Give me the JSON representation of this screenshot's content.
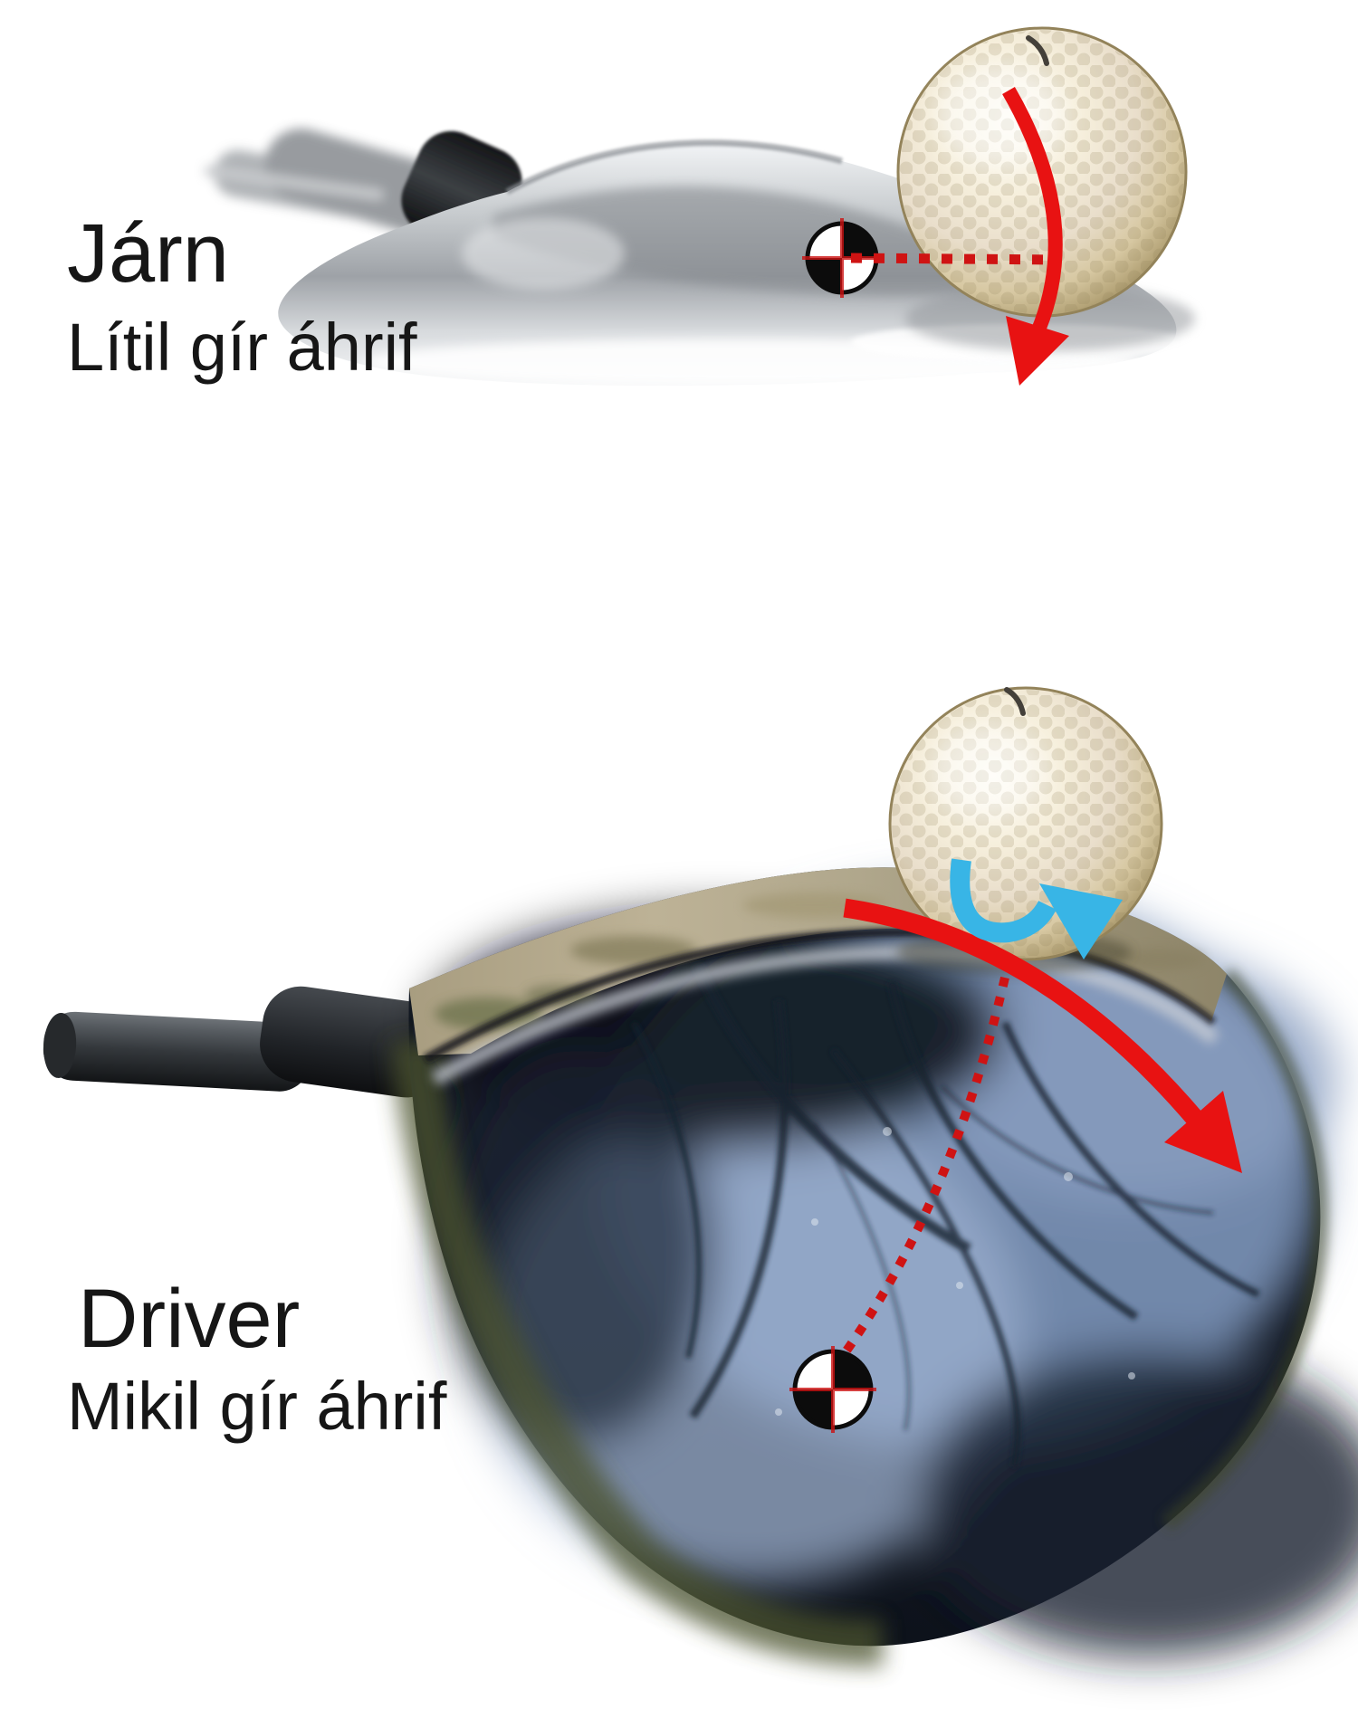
{
  "sections": {
    "iron": {
      "heading": "Járn",
      "subtitle": "Lítil gír áhrif",
      "elements": {
        "club": "iron-clubhead-photo",
        "ball": "golf-ball",
        "cg_marker": "center-of-gravity-checkered-circle",
        "dotted_line": "cg-to-impact-dotted-line",
        "spin_arrow": "red-curved-arrow-down"
      }
    },
    "driver": {
      "heading": "Driver",
      "subtitle": "Mikil gír áhrif",
      "elements": {
        "club": "driver-clubhead-photo",
        "ball": "golf-ball",
        "cg_marker": "center-of-gravity-checkered-circle",
        "dotted_line": "cg-to-impact-dotted-line",
        "swing_arrow": "red-curved-arrow-down-right",
        "ball_spin_arrow": "blue-curved-gear-effect-arrow"
      }
    }
  },
  "colors": {
    "background": "#ffffff",
    "text": "#161616",
    "arrow_red": "#e81212",
    "dotted_red": "#cf1313",
    "arrow_blue": "#38b5e6",
    "ball_cream": "#f3ecd8",
    "iron_chrome": "#c6cacd",
    "driver_crown_dark": "#0d121b",
    "driver_sky_reflection": "#7b93b9",
    "driver_face_strip_tan": "#b0a78c",
    "moss_green": "#4b522f",
    "cg_marker_black": "#0c0c0c",
    "cg_marker_white": "#ffffff"
  },
  "icons": {
    "cg_marker": "checkered-quadrant-circle"
  }
}
